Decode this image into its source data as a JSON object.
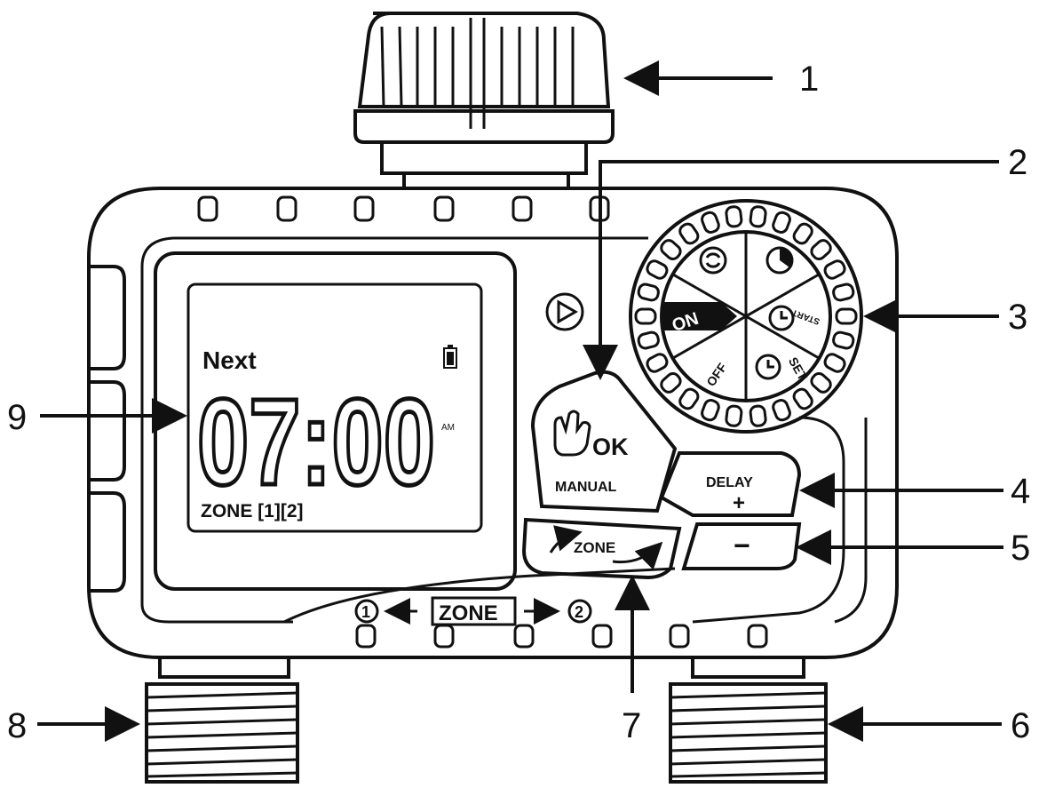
{
  "callouts": [
    "1",
    "2",
    "3",
    "4",
    "5",
    "6",
    "7",
    "8",
    "9"
  ],
  "display": {
    "next_label": "Next",
    "time": "07:00",
    "ampm": "AM",
    "zone_label": "ZONE [1][2]"
  },
  "dial": {
    "on": "ON",
    "off": "OFF",
    "start": "START",
    "set": "SET"
  },
  "buttons": {
    "ok": "OK",
    "manual": "MANUAL",
    "delay": "DELAY",
    "plus": "+",
    "minus": "−",
    "zone": "ZONE"
  },
  "zone_indicator": {
    "left": "1",
    "right": "2",
    "label": "ZONE"
  }
}
